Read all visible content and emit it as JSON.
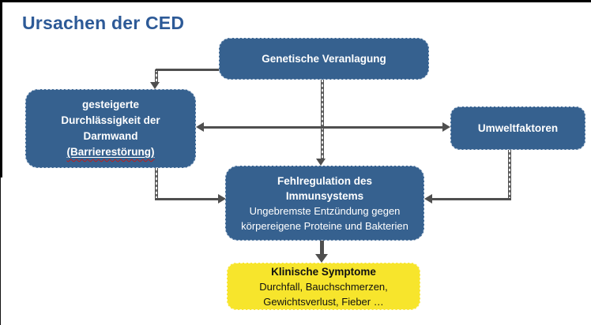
{
  "slide": {
    "title": "Ursachen der CED"
  },
  "colors": {
    "title_blue": "#2d5a97",
    "node_blue": "#36618f",
    "node_yellow": "#f7e52c",
    "node_text_on_blue": "#ffffff",
    "node_text_on_yellow": "#111111",
    "arrow_gray": "#4f4f4f",
    "spellcheck_red": "#c11b17"
  },
  "nodes": {
    "genetics": {
      "label": "Genetische Veranlagung"
    },
    "barrier": {
      "lines": [
        "gesteigerte",
        "Durchlässigkeit der",
        "Darmwand"
      ],
      "spellchecked": "(Barrierestörung)"
    },
    "environment": {
      "label": "Umweltfaktoren"
    },
    "immune": {
      "heading": "Fehlregulation des Immunsystems",
      "body": "Ungebremste Entzündung gegen körpereigene Proteine und Bakterien"
    },
    "symptoms": {
      "heading": "Klinische Symptome",
      "body": "Durchfall, Bauchschmerzen, Gewichtsverlust, Fieber …"
    }
  }
}
